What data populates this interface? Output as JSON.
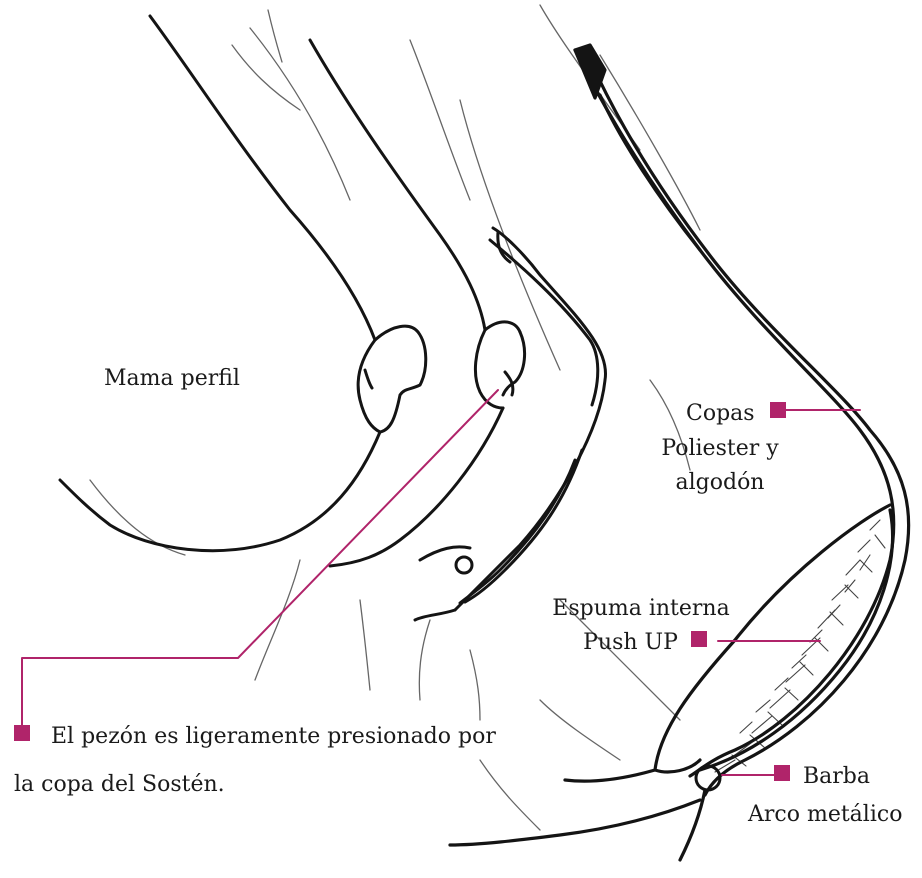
{
  "labels": {
    "mama": "Mama perfil",
    "copas_line1": "Copas",
    "copas_line2": "Poliester y",
    "copas_line3": "algodón",
    "espuma_line1": "Espuma interna",
    "espuma_line2": "Push UP",
    "barba_line1": "Barba",
    "barba_line2": "Arco metálico",
    "pezon_line1": "El pezón es ligeramente presionado por",
    "pezon_line2": "la copa del Sostén."
  },
  "colors": {
    "accent": "#b0246a",
    "ink": "#141414"
  }
}
